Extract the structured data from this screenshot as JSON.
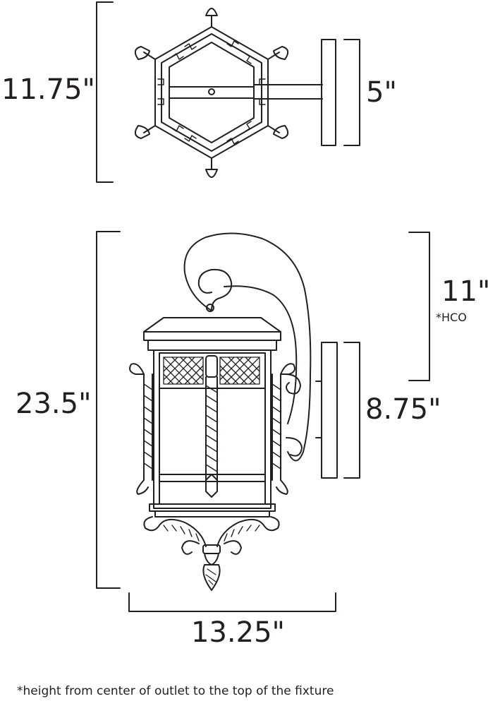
{
  "top_view": {
    "depth_label": "11.75\"",
    "backplate_width_label": "5\""
  },
  "side_view": {
    "height_label": "23.5\"",
    "hco_label": "11\"",
    "hco_note": "*HCO",
    "backplate_height_label": "8.75\"",
    "width_label": "13.25\""
  },
  "footnote": "*height from center of outlet to the top of the fixture",
  "colors": {
    "line": "#231f20",
    "background": "#ffffff"
  }
}
